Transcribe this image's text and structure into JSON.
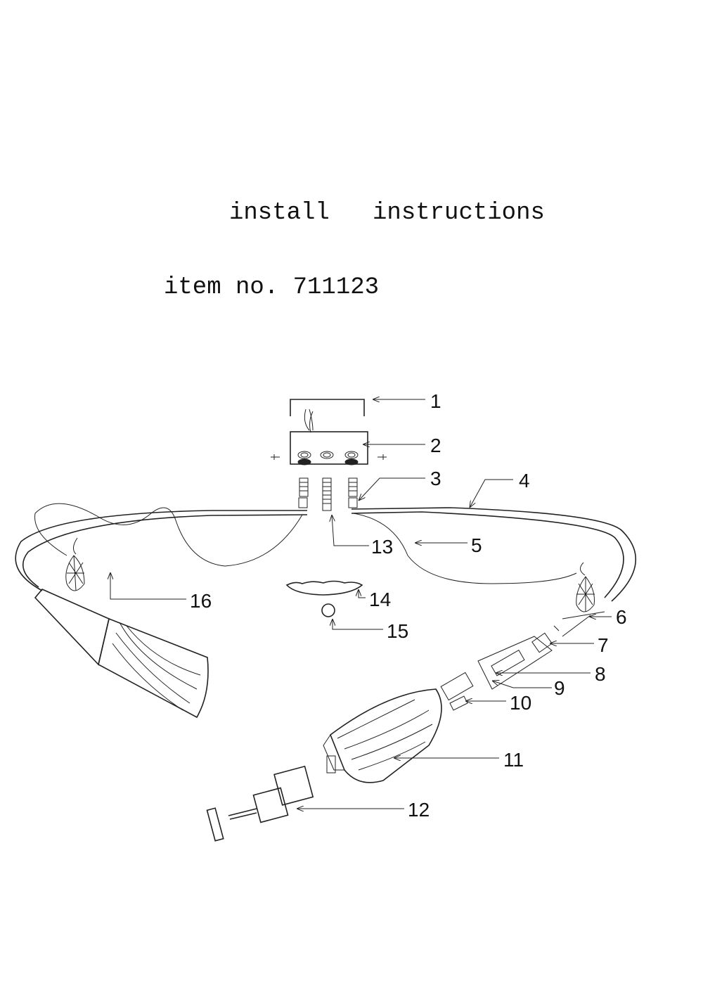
{
  "header": {
    "title": "install   instructions",
    "item_label": "item no. 711123"
  },
  "diagram": {
    "callouts": [
      "1",
      "2",
      "3",
      "4",
      "5",
      "6",
      "7",
      "8",
      "9",
      "10",
      "11",
      "12",
      "13",
      "14",
      "15",
      "16"
    ]
  }
}
